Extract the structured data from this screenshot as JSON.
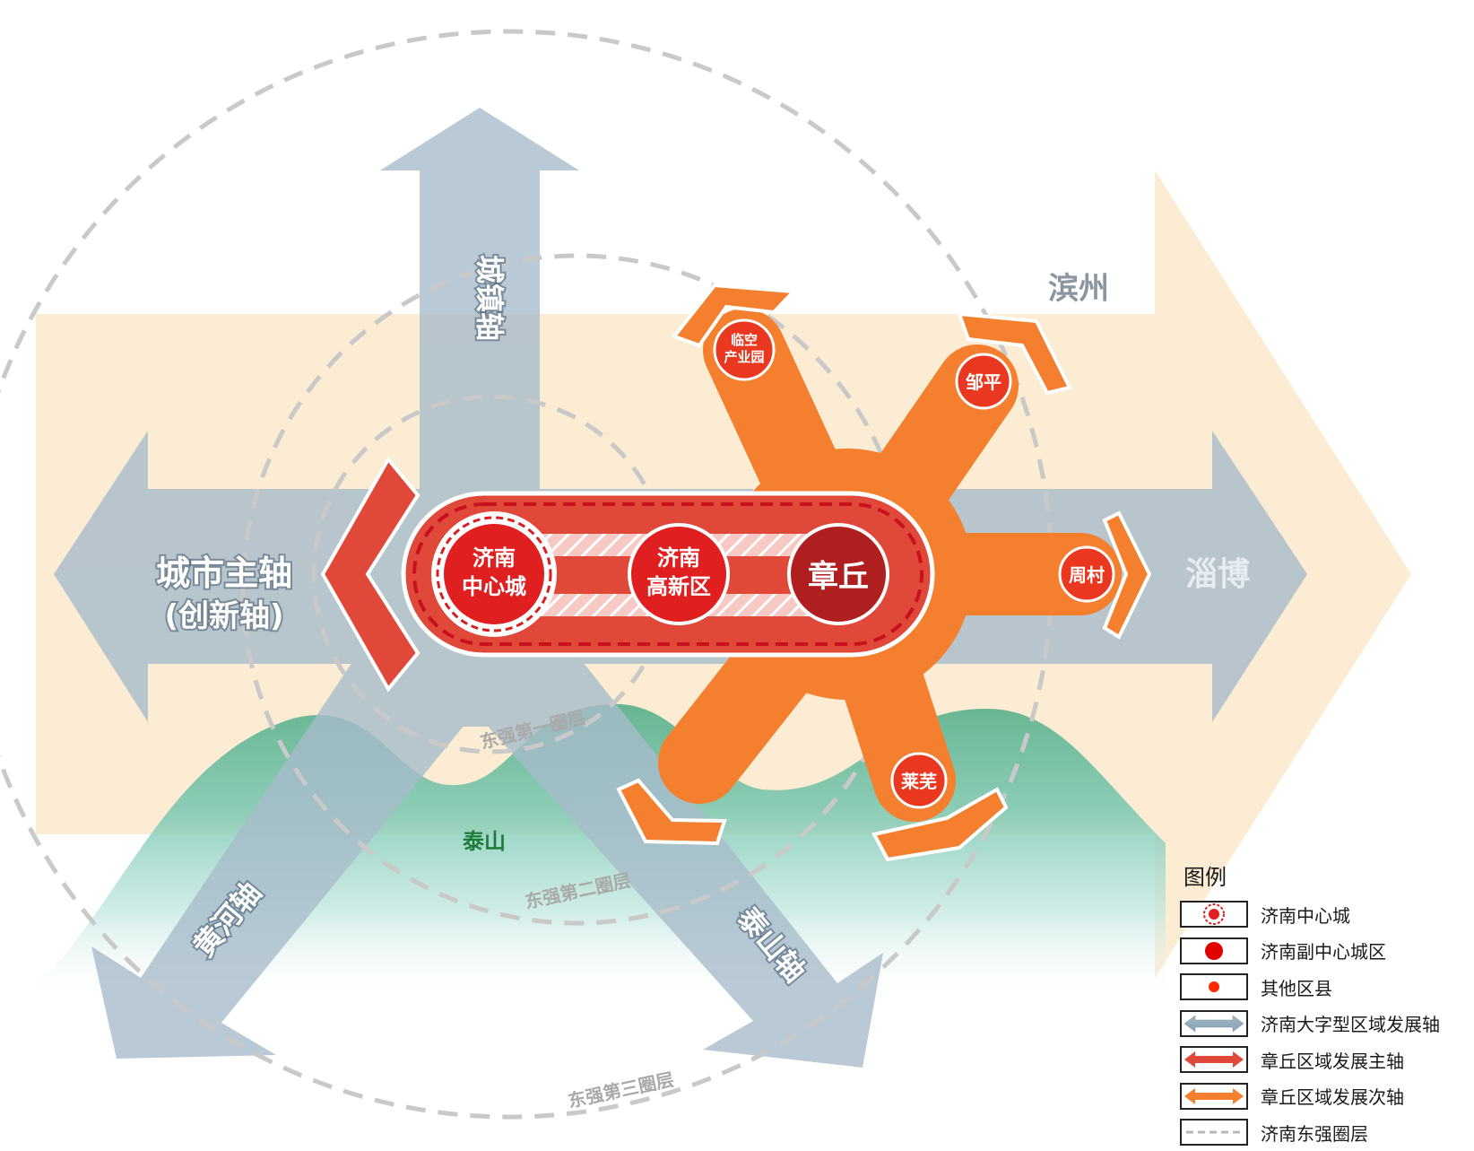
{
  "labels": {
    "town_axis": "城镇轴",
    "city_axis_line1": "城市主轴",
    "city_axis_line2": "(创新轴)",
    "binzhou": "滨州",
    "zibo": "淄博",
    "yellow_river_axis": "黄河轴",
    "taishan_axis": "泰山轴",
    "taishan": "泰山",
    "ring1": "东强第一圈层",
    "ring2": "东强第二圈层",
    "ring3": "东强第三圈层"
  },
  "nodes": {
    "jinan_center_line1": "济南",
    "jinan_center_line2": "中心城",
    "hitech_line1": "济南",
    "hitech_line2": "高新区",
    "zhangqiu": "章丘",
    "airport_line1": "临空",
    "airport_line2": "产业园",
    "zouping": "邹平",
    "zhoucun": "周村",
    "laiwu": "莱芜"
  },
  "legend": {
    "title": "图例",
    "items": [
      {
        "key": "center-city",
        "label": "济南中心城"
      },
      {
        "key": "sub-center",
        "label": "济南副中心城区"
      },
      {
        "key": "other-county",
        "label": "其他区县"
      },
      {
        "key": "big-axis",
        "label": "济南大字型区域发展轴"
      },
      {
        "key": "main-axis",
        "label": "章丘区域发展主轴"
      },
      {
        "key": "secondary-axis",
        "label": "章丘区域发展次轴"
      },
      {
        "key": "ring-layer",
        "label": "济南东强圈层"
      }
    ]
  },
  "colors": {
    "blue_axis": "#a7bccb",
    "cream_axis": "#fbe7c6",
    "orange": "#f4802f",
    "red_band": "#e0493a",
    "red_node": "#e02020",
    "dark_red_node": "#b02020",
    "green": "#3aa67a",
    "ring_dash": "#c8c8c8"
  }
}
